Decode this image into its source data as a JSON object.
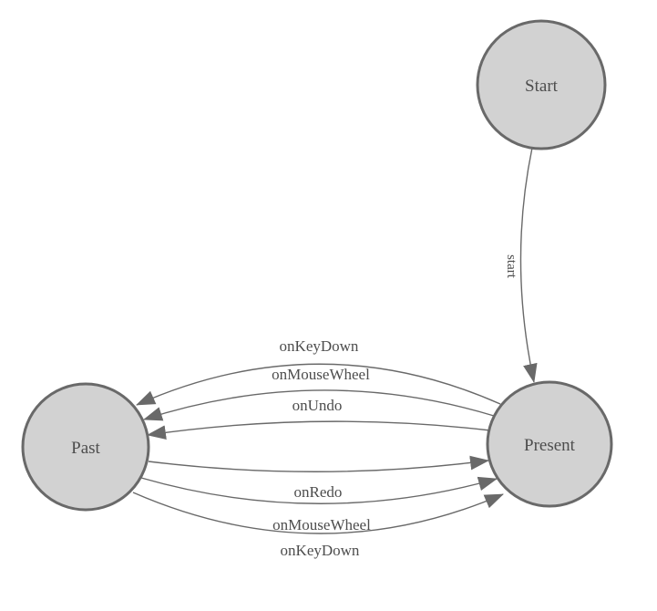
{
  "diagram": {
    "type": "state-machine",
    "nodes": [
      {
        "id": "start",
        "label": "Start"
      },
      {
        "id": "present",
        "label": "Present"
      },
      {
        "id": "past",
        "label": "Past"
      }
    ],
    "edges": [
      {
        "from": "start",
        "to": "present",
        "label": "start"
      },
      {
        "from": "present",
        "to": "past",
        "label": "onKeyDown"
      },
      {
        "from": "present",
        "to": "past",
        "label": "onMouseWheel"
      },
      {
        "from": "present",
        "to": "past",
        "label": "onUndo"
      },
      {
        "from": "past",
        "to": "present",
        "label": "onRedo"
      },
      {
        "from": "past",
        "to": "present",
        "label": "onMouseWheel"
      },
      {
        "from": "past",
        "to": "present",
        "label": "onKeyDown"
      }
    ],
    "colors": {
      "node_fill": "#d2d2d2",
      "node_stroke": "#696969",
      "edge": "#696969",
      "text": "#4d4d4d",
      "background": "#ffffff"
    }
  }
}
